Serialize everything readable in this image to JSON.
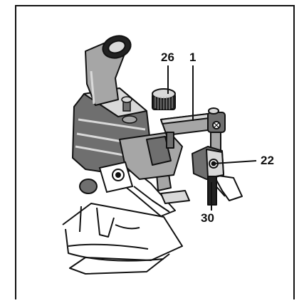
{
  "callouts": {
    "c26": "26",
    "c1": "1",
    "c22": "22",
    "c30": "30"
  },
  "colors": {
    "line": "#111111",
    "light_gray": "#d9d9d9",
    "mid_gray": "#a6a6a6",
    "dark_gray": "#6f6f6f",
    "near_black": "#222222"
  }
}
